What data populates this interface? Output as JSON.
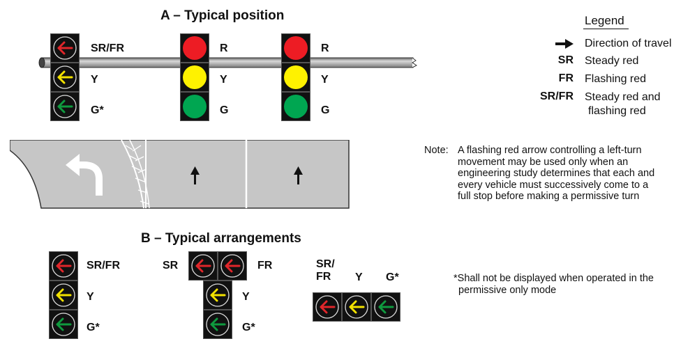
{
  "section_a": {
    "title": "A – Typical position",
    "left_turn_head": {
      "labels": [
        "SR/FR",
        "Y",
        "G*"
      ],
      "arrows": [
        {
          "color": "#e0262a",
          "icon": "left-arrow"
        },
        {
          "color": "#f3e200",
          "icon": "left-arrow"
        },
        {
          "color": "#0f9a3e",
          "icon": "left-arrow"
        }
      ]
    },
    "through_heads": [
      {
        "labels": [
          "R",
          "Y",
          "G"
        ],
        "colors": [
          "#ed1c24",
          "#fff200",
          "#00a651"
        ]
      },
      {
        "labels": [
          "R",
          "Y",
          "G"
        ],
        "colors": [
          "#ed1c24",
          "#fff200",
          "#00a651"
        ]
      }
    ],
    "lane_icons": [
      "left-turn-arrow",
      "up-arrow",
      "up-arrow"
    ]
  },
  "legend": {
    "heading": "Legend",
    "items": [
      {
        "term_icon": "right-arrow",
        "term": "",
        "definition": "Direction of travel"
      },
      {
        "term": "SR",
        "definition": "Steady red"
      },
      {
        "term": "FR",
        "definition": "Flashing red"
      },
      {
        "term": "SR/FR",
        "definition": "Steady red and",
        "definition2": "flashing red"
      }
    ]
  },
  "note": {
    "prefix": "Note:",
    "lines": [
      "A flashing red arrow controlling a left-turn",
      "movement may be used only when an",
      "engineering study determines that each and",
      "every vehicle must successively come to a",
      "full stop before making a permissive turn"
    ]
  },
  "section_b": {
    "title": "B – Typical arrangements",
    "arr1_labels": [
      "SR/FR",
      "Y",
      "G*"
    ],
    "arr2": {
      "left_label": "SR",
      "right_label": "FR",
      "labels": [
        "Y",
        "G*"
      ]
    },
    "arr3": {
      "label1_line1": "SR/",
      "label1_line2": "FR",
      "label2": "Y",
      "label3": "G*"
    },
    "colors": {
      "red": "#e0262a",
      "yellow": "#f3e200",
      "green": "#0f9a3e"
    }
  },
  "footnote": {
    "line1": "*Shall not be displayed when operated in the",
    "line2": "permissive only mode"
  }
}
